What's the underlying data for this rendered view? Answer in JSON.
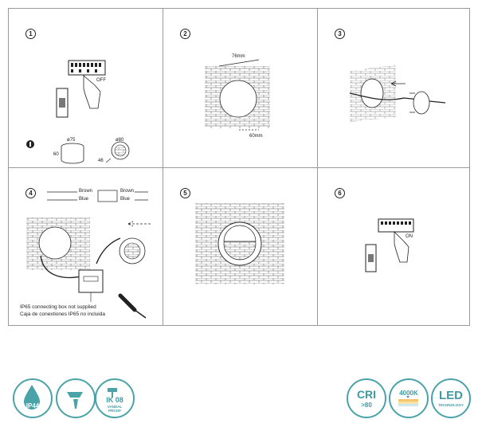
{
  "steps": [
    {
      "num": "1",
      "switch_state": "OFF",
      "dim_diameter": "ø75",
      "dim_height": "60",
      "dim_diameter2": "ø80",
      "dim_depth": "46"
    },
    {
      "num": "2",
      "dim_width": "76mm",
      "dim_depth": "60mm"
    },
    {
      "num": "3"
    },
    {
      "num": "4",
      "wire_brown_1": "Brown",
      "wire_blue_1": "Blue",
      "wire_brown_2": "Brown",
      "wire_blue_2": "Blue",
      "note_en": "IP65 connecting box not supplied",
      "note_es": "Caja de conextiones IP65 no incluida"
    },
    {
      "num": "5"
    },
    {
      "num": "6",
      "switch_state": "ON"
    }
  ],
  "badges": {
    "ip": "IP44",
    "ik": "IK 08",
    "ik_sub": "VANDAL PROOF",
    "cri": "CRI",
    "cri_sub": ">80",
    "cct": "4000K",
    "led": "LED",
    "led_sub": "TECHNOLOGY"
  },
  "colors": {
    "accent": "#4aa3a8",
    "line": "#222222",
    "frame": "#9a9a9a"
  }
}
